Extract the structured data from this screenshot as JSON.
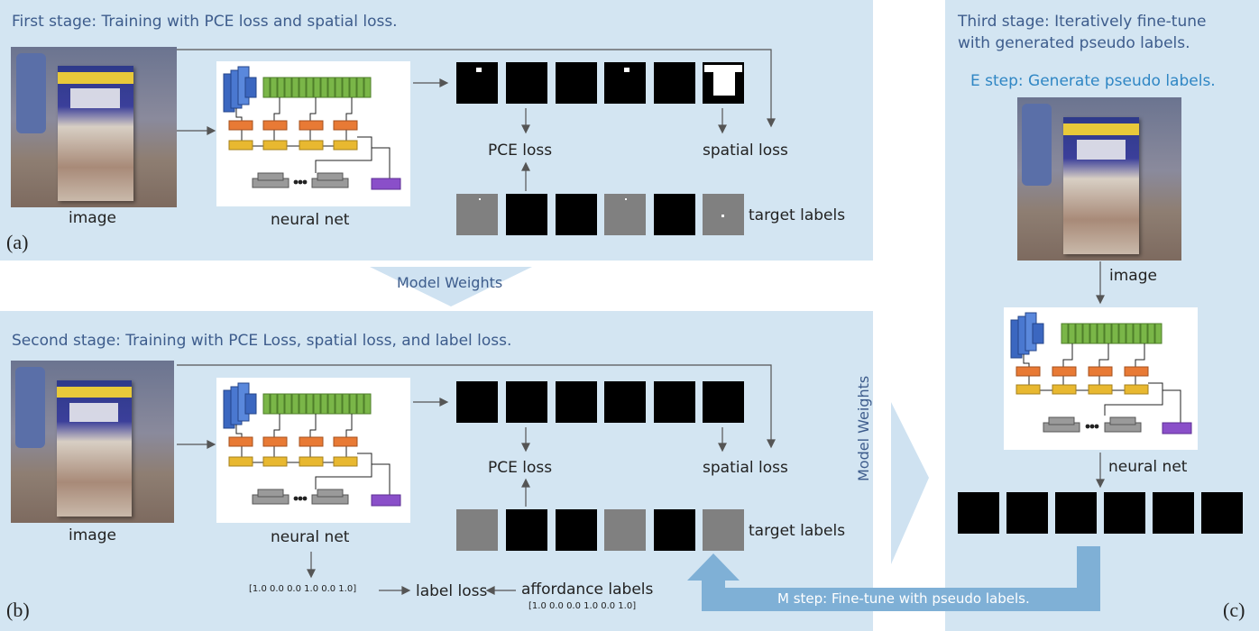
{
  "stage1": {
    "title": "First stage: Training with PCE loss and spatial loss.",
    "image_label": "image",
    "net_label": "neural net",
    "pce_label": "PCE loss",
    "spatial_label": "spatial loss",
    "target_label": "target labels",
    "panel_tag": "(a)"
  },
  "transfer1": {
    "label": "Model Weights"
  },
  "stage2": {
    "title": "Second stage: Training with PCE Loss, spatial loss, and label loss.",
    "image_label": "image",
    "net_label": "neural net",
    "pce_label": "PCE loss",
    "spatial_label": "spatial loss",
    "target_label": "target labels",
    "pred_vector": "[1.0 0.0 0.0 1.0 0.0 1.0]",
    "label_loss": "label loss",
    "affordance_label": "affordance labels",
    "affordance_vector": "[1.0 0.0 0.0 1.0 0.0 1.0]",
    "panel_tag": "(b)"
  },
  "transfer2": {
    "label": "Model Weights"
  },
  "stage3": {
    "title_line1": "Third stage: Iteratively fine-tune",
    "title_line2": "with generated pseudo labels.",
    "estep": "E step: Generate pseudo labels.",
    "image_label": "image",
    "net_label": "neural net",
    "mstep": "M step: Fine-tune with pseudo labels.",
    "panel_tag": "(c)"
  },
  "colors": {
    "panel": "#d3e5f2",
    "stage_title": "#3d5c8c",
    "estep": "#2f86c4",
    "arrow_blue": "#7fb0d6",
    "conv_blue": "#3b67c0",
    "conv_green": "#7ab648",
    "block_orange": "#e87a35",
    "block_yellow": "#e8b830",
    "block_gray": "#9a9a9a",
    "block_purple": "#8a4fc9"
  }
}
